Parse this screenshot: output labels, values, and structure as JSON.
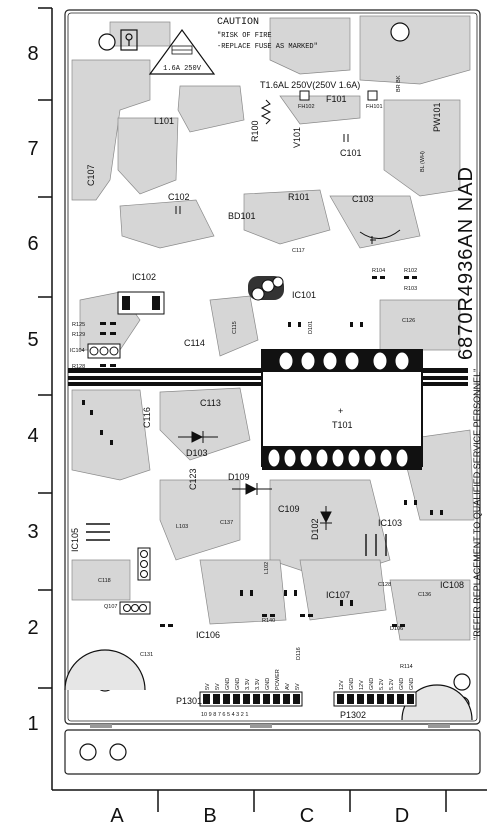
{
  "row_labels": [
    "8",
    "7",
    "6",
    "5",
    "4",
    "3",
    "2",
    "1"
  ],
  "column_labels": [
    "A",
    "B",
    "C",
    "D"
  ],
  "caution": {
    "title": "CAUTION",
    "line1": "\"RISK OF FIRE",
    "line2": "-REPLACE FUSE AS MARKED\"",
    "fuse_rating": "1.6A 250V"
  },
  "fuse_spec": "T1.6AL 250V(250V 1.6A)",
  "board_id": "6870R4936AN NAD",
  "refer_note": "\"REFER REPLACEMENT TO QUALIFIED SERVICE PERSONNEL\"",
  "refs": {
    "F101": "F101",
    "FH102": "FH102",
    "FH101": "FH101",
    "BR_BK": "BR BK",
    "PW101": "PW101",
    "BL_WH": "BL (WH)",
    "L101": "L101",
    "R100": "R100",
    "V101": "V101",
    "C101": "C101",
    "C107": "C107",
    "C102": "C102",
    "R101": "R101",
    "C103": "C103",
    "BD101": "BD101",
    "IC102": "IC102",
    "IC101": "IC101",
    "C117": "C117",
    "R104": "R104",
    "R102": "R102",
    "R103": "R103",
    "C114": "C114",
    "C113": "C113",
    "C116": "C116",
    "T101": "T101",
    "D103": "D103",
    "C123": "C123",
    "D109": "D109",
    "C109": "C109",
    "D102": "D102",
    "IC103": "IC103",
    "IC105": "IC105",
    "IC104": "IC104",
    "IC107": "IC107",
    "IC106": "IC106",
    "IC108": "IC108",
    "P1301": "P1301",
    "P1302": "P1302",
    "R125": "R125",
    "R129": "R129",
    "R128": "R128",
    "C118": "C118",
    "C115": "C115",
    "C126": "C126",
    "D101": "D101",
    "C131": "C131",
    "Q107": "Q107",
    "R114": "R114",
    "L103": "L103",
    "C137": "C137",
    "C128": "C128",
    "C136": "C136",
    "R140": "R140",
    "L102": "L102",
    "D106": "D106",
    "D116": "D116"
  },
  "p1301_pins": "10 9 8 7 6 5 4 3 2 1",
  "p1301_signals": [
    "5V",
    "5V",
    "GND",
    "GND",
    "3.3V",
    "3.3V",
    "GND",
    "POWER",
    "AV",
    "5V"
  ],
  "p1302_signals": [
    "12V",
    "GND",
    "12V",
    "GND",
    "5.2V",
    "5.2V",
    "GND",
    "GND"
  ],
  "t101_plus": "+"
}
